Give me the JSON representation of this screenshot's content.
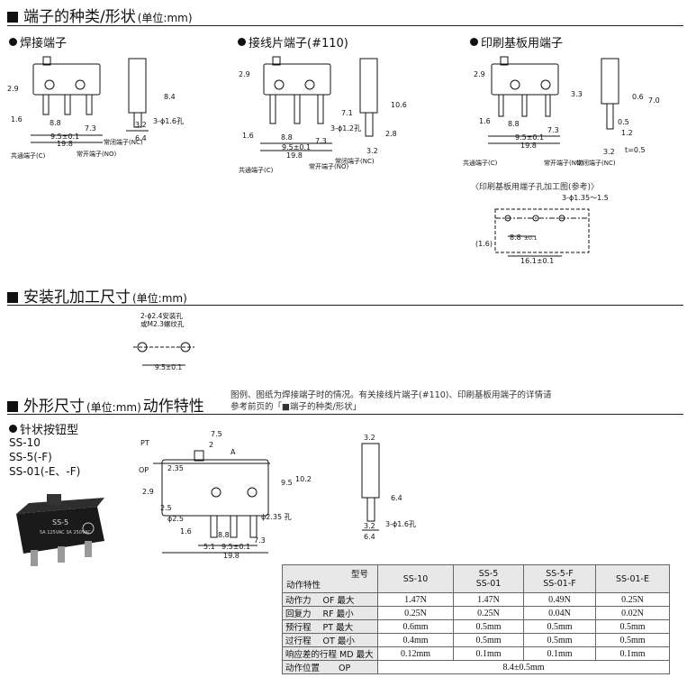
{
  "section1": {
    "title": "端子的种类/形状",
    "unit": "(单位:mm)"
  },
  "terminals": [
    {
      "name": "焊接端子",
      "common": "共通端子(C)",
      "no": "常开端子(NO)",
      "nc": "常闭端子(NC)",
      "dims": [
        "2.9",
        "1.6",
        "8.8",
        "9.5±0.1",
        "19.8",
        "7.3",
        "6.4",
        "3.2",
        "8.4",
        "3-ϕ1.6孔"
      ]
    },
    {
      "name": "接线片端子(#110)",
      "common": "共通端子(C)",
      "no": "常开端子(NO)",
      "nc": "常闭端子(NC)",
      "dims": [
        "2.9",
        "1.6",
        "8.8",
        "9.5±0.1",
        "19.8",
        "7.3",
        "10.6",
        "7.1",
        "3-ϕ1.2孔",
        "3.2",
        "2.8"
      ]
    },
    {
      "name": "印刷基板用端子",
      "common": "共通端子(C)",
      "no": "常开端子(NO)",
      "nc": "常闭端子(NC)",
      "dims": [
        "2.9",
        "3.3",
        "1.6",
        "8.8",
        "9.5±0.1",
        "19.8",
        "7.3",
        "0.6",
        "7.0",
        "0.5",
        "1.2",
        "3.2",
        "t=0.5"
      ]
    }
  ],
  "pcb": {
    "title": "〈印刷基板用端子孔加工图(参考)〉",
    "holes": "3-ϕ1.35～1.5",
    "d1": "(1.6)",
    "d2": "8.8",
    "d3": "±0.1",
    "d4": "16.1±0.1"
  },
  "section2": {
    "title": "安装孔加工尺寸",
    "unit": "(单位:mm)",
    "note1": "2-ϕ2.4安装孔",
    "note2": "或M2.3螺纹孔",
    "dim": "9.5±0.1"
  },
  "section3": {
    "title_a": "外形尺寸",
    "unit": "(单位:mm)",
    "title_b": "动作特性",
    "note_line1": "图例、图纸为焊接端子时的情况。有关接线片端子(#110)、印刷基板用端子的详情请",
    "note_line2": "参考前页的「■端子的种类/形状」"
  },
  "product": {
    "type": "针状按钮型",
    "models": [
      "SS-10",
      "SS-5(-F)",
      "SS-01(-E、-F)"
    ],
    "label1": "SS-5",
    "label2": "5A 125VAC 3A 250VAC"
  },
  "outline": {
    "pt": "PT",
    "op": "OP",
    "dims": [
      "7.5",
      "2",
      "A",
      "2.35",
      "9.5",
      "10.2",
      "2.9",
      "2.5",
      "ϕ2.5",
      "1.6",
      "8.8",
      "7.3",
      "5.1",
      "9.5±0.1",
      "19.8",
      "ϕ2.35 孔"
    ]
  },
  "side": {
    "dims": [
      "3.2",
      "6.4",
      "3.2",
      "6.4",
      "3-ϕ1.6孔"
    ]
  },
  "table": {
    "corner_top": "型号",
    "corner_bottom": "动作特性",
    "columns": [
      "SS-10",
      "SS-5\nSS-01",
      "SS-5-F\nSS-01-F",
      "SS-01-E"
    ],
    "rows": [
      {
        "label": "动作力",
        "abbr": "OF",
        "cond": "最大",
        "values": [
          "1.47N",
          "1.47N",
          "0.49N",
          "0.25N"
        ]
      },
      {
        "label": "回复力",
        "abbr": "RF",
        "cond": "最小",
        "values": [
          "0.25N",
          "0.25N",
          "0.04N",
          "0.02N"
        ]
      },
      {
        "label": "预行程",
        "abbr": "PT",
        "cond": "最大",
        "values": [
          "0.6mm",
          "0.5mm",
          "0.5mm",
          "0.5mm"
        ]
      },
      {
        "label": "过行程",
        "abbr": "OT",
        "cond": "最小",
        "values": [
          "0.4mm",
          "0.5mm",
          "0.5mm",
          "0.5mm"
        ]
      },
      {
        "label": "响应差的行程",
        "abbr": "MD",
        "cond": "最大",
        "values": [
          "0.12mm",
          "0.1mm",
          "0.1mm",
          "0.1mm"
        ]
      }
    ],
    "op_row": {
      "label": "动作位置",
      "abbr": "OP",
      "value": "8.4±0.5mm"
    }
  }
}
